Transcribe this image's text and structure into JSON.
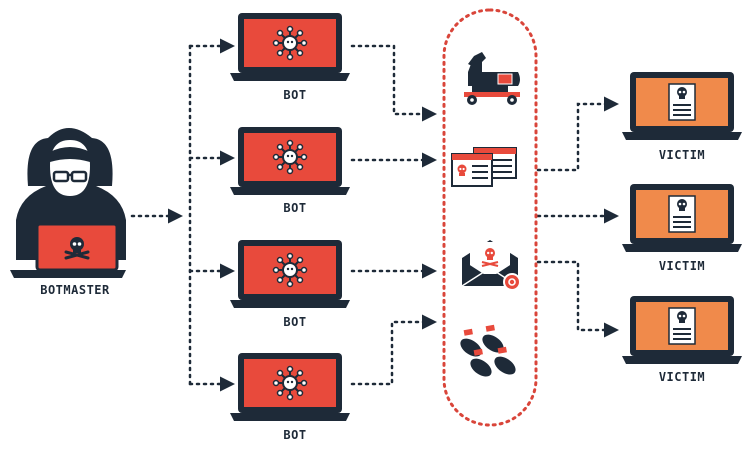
{
  "botmaster": {
    "label": "BOTMASTER"
  },
  "bots": [
    {
      "label": "BOT"
    },
    {
      "label": "BOT"
    },
    {
      "label": "BOT"
    },
    {
      "label": "BOT"
    }
  ],
  "victims": [
    {
      "label": "VICTIM"
    },
    {
      "label": "VICTIM"
    },
    {
      "label": "VICTIM"
    }
  ],
  "attacks": [
    {
      "icon": "trojan-horse-icon"
    },
    {
      "icon": "spam-document-icon"
    },
    {
      "icon": "phishing-email-icon"
    },
    {
      "icon": "bombs-icon"
    }
  ],
  "colors": {
    "dark": "#1e2a38",
    "red": "#e84a3c",
    "orange": "#f08a4b",
    "connector": "#1e2a38",
    "ring": "#d9453a"
  }
}
